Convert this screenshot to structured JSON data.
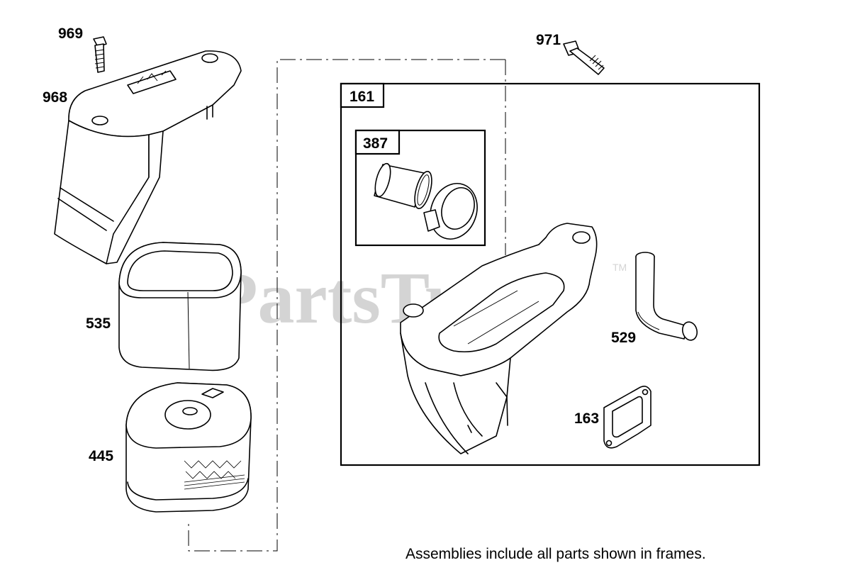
{
  "watermark": {
    "text": "PartsTree",
    "trademark": "TM"
  },
  "labels": {
    "p969": "969",
    "p968": "968",
    "p535": "535",
    "p445": "445",
    "p971": "971",
    "p161": "161",
    "p387": "387",
    "p529": "529",
    "p163": "163"
  },
  "note": "Assemblies include all parts shown in frames."
}
